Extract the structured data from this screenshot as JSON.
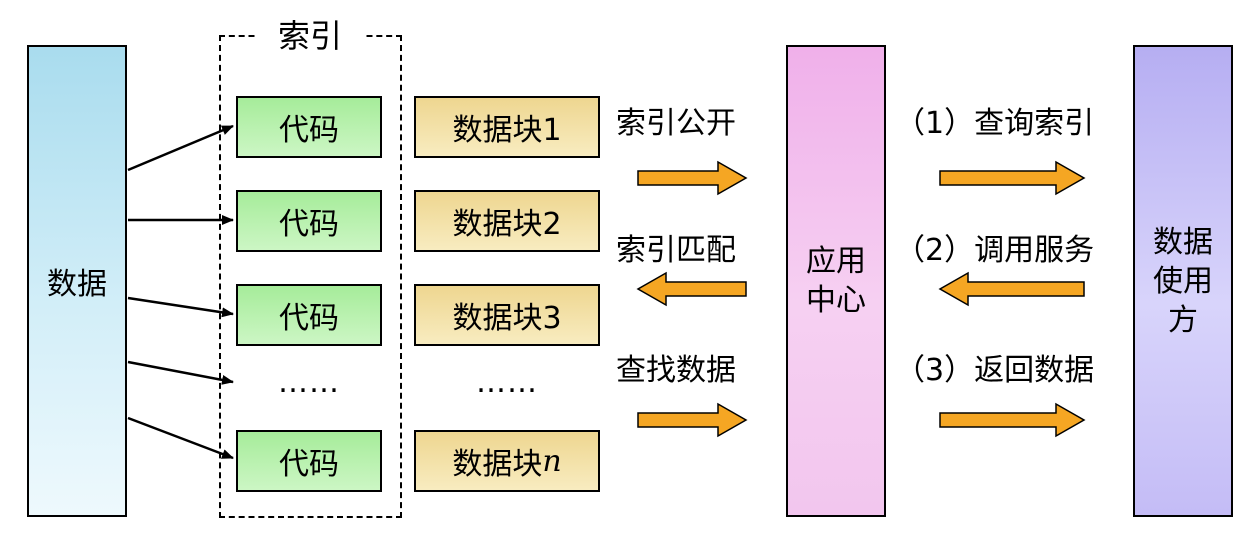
{
  "data_source": {
    "label": "数据"
  },
  "index_group": {
    "title": "索引"
  },
  "code_items": [
    {
      "label": "代码"
    },
    {
      "label": "代码"
    },
    {
      "label": "代码"
    },
    {
      "label": "代码"
    }
  ],
  "code_ellipsis": "……",
  "data_blocks": [
    {
      "label": "数据块1"
    },
    {
      "label": "数据块2"
    },
    {
      "label": "数据块3"
    }
  ],
  "data_block_last": {
    "prefix": "数据块",
    "suffix": "n"
  },
  "block_ellipsis": "……",
  "flow_left": {
    "index_publish": "索引公开",
    "index_match": "索引匹配",
    "find_data": "查找数据"
  },
  "app_center": {
    "line1": "应用",
    "line2": "中心"
  },
  "flow_right": {
    "query_index": "（1）查询索引",
    "call_service": "（2）调用服务",
    "return_data": "（3）返回数据"
  },
  "data_user": {
    "line1": "数据",
    "line2": "使用",
    "line3": "方"
  },
  "colors": {
    "arrow_fill": "#f5a623",
    "data_col": "#bfe6f4",
    "code_box": "#b9f2ae",
    "block_box": "#f3e2a8",
    "center_col": "#f4c0ee",
    "user_col": "#c8c2f8"
  }
}
